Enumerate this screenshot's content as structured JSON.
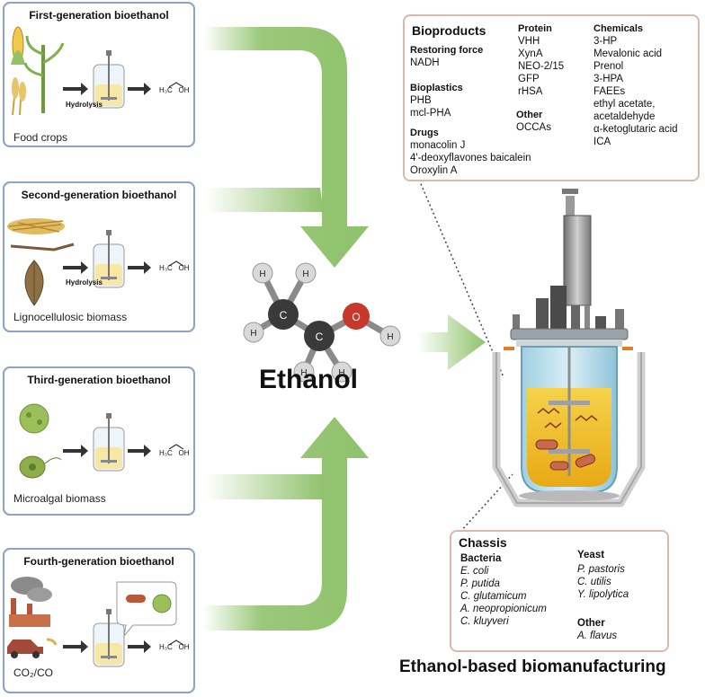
{
  "generations": [
    {
      "title": "First-generation bioethanol",
      "caption": "Food crops",
      "hydrolysis": "Hydrolysis"
    },
    {
      "title": "Second-generation bioethanol",
      "caption": "Lignocellulosic biomass",
      "hydrolysis": "Hydrolysis"
    },
    {
      "title": "Third-generation bioethanol",
      "caption": "Microalgal biomass",
      "hydrolysis": ""
    },
    {
      "title": "Fourth-generation bioethanol",
      "caption": "CO₂/CO",
      "hydrolysis": ""
    }
  ],
  "product_formula": {
    "left": "H₃C",
    "right": "OH"
  },
  "molecule": {
    "name": "Ethanol",
    "atoms": {
      "carbon": "C",
      "oxygen": "O",
      "hydrogen": "H"
    }
  },
  "bioproducts": {
    "heading": "Bioproducts",
    "restoring_force": {
      "label": "Restoring force",
      "items": [
        "NADH"
      ]
    },
    "bioplastics": {
      "label": "Bioplastics",
      "items": [
        "PHB",
        "mcl-PHA"
      ]
    },
    "drugs": {
      "label": "Drugs",
      "items": [
        "monacolin J",
        "4'-deoxyflavones baicalein",
        "Oroxylin A"
      ]
    },
    "protein": {
      "label": "Protein",
      "items": [
        "VHH",
        "XynA",
        "NEO-2/15",
        "GFP",
        "rHSA"
      ]
    },
    "other": {
      "label": "Other",
      "items": [
        "OCCAs"
      ]
    },
    "chemicals": {
      "label": "Chemicals",
      "items": [
        "3-HP",
        "Mevalonic acid",
        "Prenol",
        "3-HPA",
        "FAEEs",
        "ethyl acetate,",
        "acetaldehyde",
        "α-ketoglutaric acid",
        "ICA"
      ]
    }
  },
  "chassis": {
    "heading": "Chassis",
    "bacteria": {
      "label": "Bacteria",
      "items": [
        "E. coli",
        "P. putida",
        "C. glutamicum",
        "A. neopropionicum",
        "C. kluyveri"
      ]
    },
    "yeast": {
      "label": "Yeast",
      "items": [
        "P. pastoris",
        "C. utilis",
        "Y. lipolytica"
      ]
    },
    "other": {
      "label": "Other",
      "items": [
        "A. flavus"
      ]
    }
  },
  "footer": {
    "label": "Ethanol-based biomanufacturing"
  },
  "colors": {
    "arrow_green": "#8fc26b",
    "panel_fill": "#eef2f8",
    "panel_border": "#8fa3c7",
    "box_border": "#d8b9ab",
    "broth": "#f0c419",
    "oxygen": "#c7382b",
    "carbon": "#3a3a3a",
    "hydrogen": "#d4d4d4"
  },
  "icons": [
    "corn-icon",
    "sugarcane-icon",
    "wheat-icon",
    "straw-icon",
    "leaf-icon",
    "microalgae-icon",
    "factory-icon",
    "car-icon",
    "bioreactor-icon",
    "bacterium-icon"
  ]
}
